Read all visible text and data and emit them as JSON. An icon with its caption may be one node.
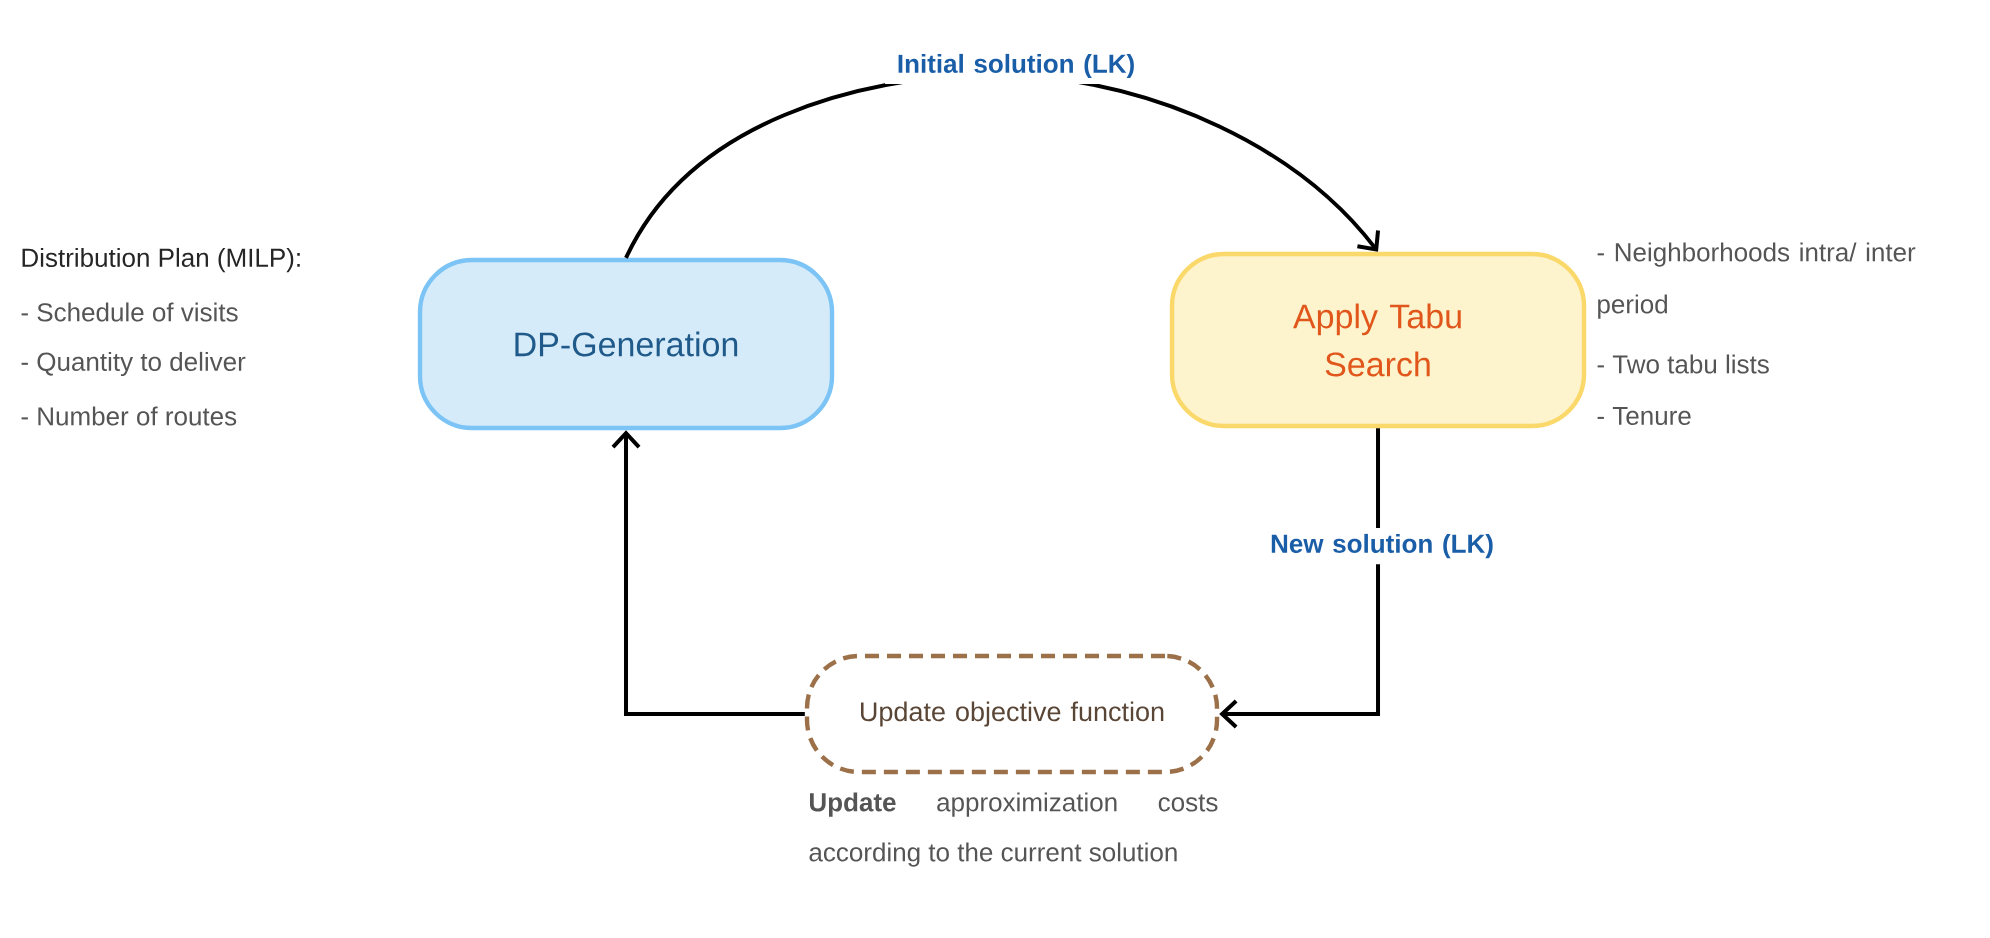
{
  "diagram": {
    "nodes": [
      {
        "text": [
          "DP-Generation"
        ],
        "beside": [
          "Distribution Plan (MILP):",
          "- Schedule of visits",
          "- Quantity to deliver",
          "- Number of routes"
        ]
      },
      {
        "text": [
          "Apply Tabu Search"
        ],
        "beside": [
          "- Neighborhoods intra/ inter period",
          "- Two tabu lists",
          "- Tenure"
        ]
      },
      {
        "text": [
          "Update objective function"
        ],
        "beside": [
          "**Update** approximization costs according to the current solution"
        ]
      }
    ],
    "edges": [
      {
        "from": 0,
        "to": 1,
        "arrow": "to",
        "label": "Initial solution (LK)"
      },
      {
        "from": 1,
        "to": 2,
        "arrow": "to",
        "label": "New solution (LK)"
      },
      {
        "from": 2,
        "to": 0,
        "arrow": "to"
      }
    ]
  }
}
